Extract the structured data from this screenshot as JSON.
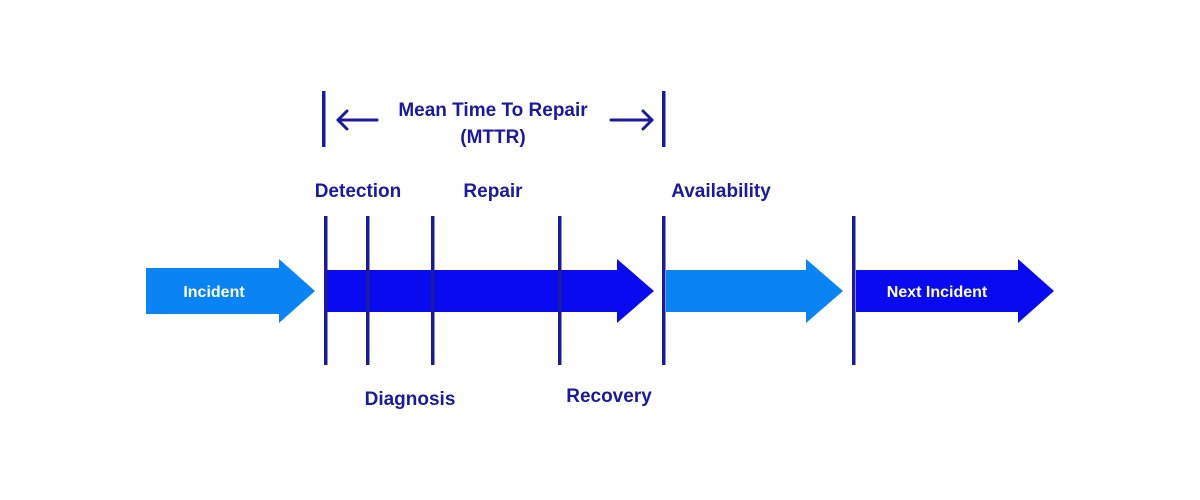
{
  "mttr": {
    "line1": "Mean Time To Repair",
    "line2": "(MTTR)"
  },
  "stages": {
    "detection": "Detection",
    "repair": "Repair",
    "availability": "Availability",
    "diagnosis": "Diagnosis",
    "recovery": "Recovery"
  },
  "arrows": {
    "incident": "Incident",
    "next_incident": "Next Incident"
  },
  "colors": {
    "dark_navy": "#1a1a9c",
    "bright_blue": "#0a0af0",
    "light_blue": "#0a84f5",
    "background": "#ffffff"
  }
}
